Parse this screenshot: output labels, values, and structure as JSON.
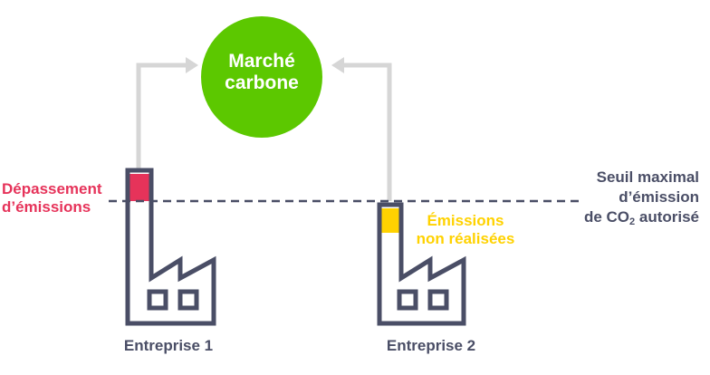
{
  "market": {
    "line1": "Marché",
    "line2": "carbone"
  },
  "excess": {
    "line1": "Dépassement",
    "line2": "d’émissions"
  },
  "unused": {
    "line1": "Émissions",
    "line2": "non réalisées"
  },
  "threshold": {
    "line1": "Seuil maximal",
    "line2": "d’émission",
    "line3_pre": "de CO",
    "line3_sub": "2",
    "line3_post": " autorisé"
  },
  "companies": [
    {
      "label": "Entreprise 1"
    },
    {
      "label": "Entreprise 2"
    }
  ],
  "colors": {
    "market": "#5cc800",
    "excess": "#e6335a",
    "unused": "#ffd200",
    "outline": "#4a4e66",
    "arrow": "#d6d6d6"
  }
}
